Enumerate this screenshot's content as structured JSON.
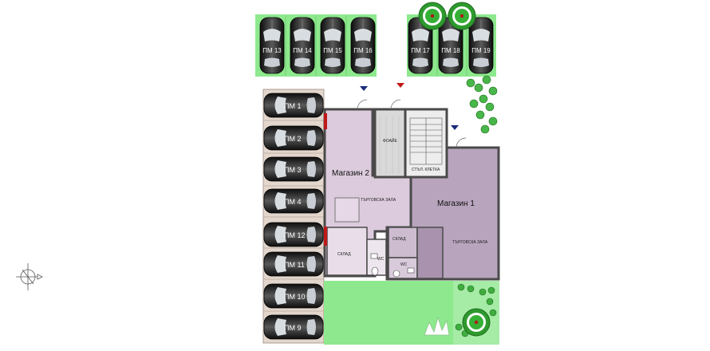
{
  "parking_top": [
    {
      "label": "ПМ 13"
    },
    {
      "label": "ПМ 14"
    },
    {
      "label": "ПМ 15"
    },
    {
      "label": "ПМ 16"
    },
    {
      "label": "ПМ 17"
    },
    {
      "label": "ПМ 18"
    },
    {
      "label": "ПМ 19"
    }
  ],
  "parking_side": [
    {
      "label": "ПМ 1"
    },
    {
      "label": "ПМ 2"
    },
    {
      "label": "ПМ 3"
    },
    {
      "label": "ПМ 4"
    },
    {
      "label": "ПМ 12"
    },
    {
      "label": "ПМ 11"
    },
    {
      "label": "ПМ 10"
    },
    {
      "label": "ПМ 9"
    }
  ],
  "rooms": {
    "shop2_title": "Магазин 2",
    "shop1_title": "Магазин 1",
    "foyer": "ФОАЙЕ",
    "stair_cell": "СТЪЛ. КЛЕТКА",
    "sales_hall_2": "ТЪРГОВСКА ЗАЛА",
    "sales_hall_1": "ТЪРГОВСКА ЗАЛА",
    "storage_2": "СКЛАД",
    "storage_1": "СКЛАД",
    "wc_2": "WC",
    "wc_1": "WC"
  },
  "colors": {
    "grass": "#8ee88e",
    "paving": "#e3d6cc",
    "shop2": "#dccbdc",
    "shop1": "#b8a4bc",
    "wall": "#4a4a4a",
    "accent_red": "#c01818",
    "entrance_blue": "#1a2a7a"
  },
  "icons": [
    "car-icon",
    "tree-icon",
    "shrub-icon",
    "compass-icon",
    "entrance-arrow-icon"
  ]
}
